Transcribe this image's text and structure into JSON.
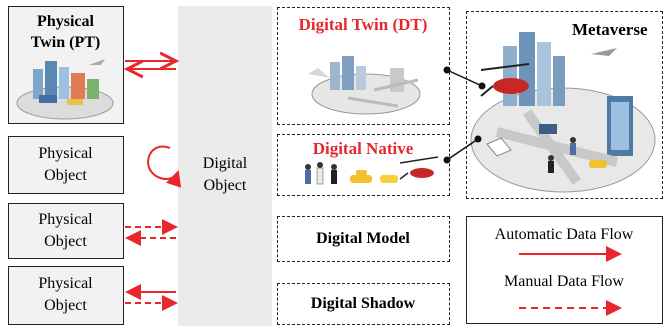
{
  "physical_twin": {
    "title": "Physical\nTwin (PT)"
  },
  "physical_objects": [
    {
      "label": "Physical\nObject"
    },
    {
      "label": "Physical\nObject"
    },
    {
      "label": "Physical\nObject"
    }
  ],
  "digital_object": {
    "label": "Digital\nObject"
  },
  "digital_twin": {
    "title": "Digital Twin (DT)"
  },
  "digital_native": {
    "title": "Digital Native"
  },
  "digital_model": {
    "title": "Digital Model"
  },
  "digital_shadow": {
    "title": "Digital Shadow"
  },
  "metaverse": {
    "title": "Metaverse"
  },
  "legend": {
    "automatic": "Automatic Data Flow",
    "manual": "Manual Data Flow"
  },
  "colors": {
    "accent_red": "#e8262c",
    "box_fill": "#f2f2f2",
    "column_fill": "#ebebeb",
    "border": "#222222"
  }
}
